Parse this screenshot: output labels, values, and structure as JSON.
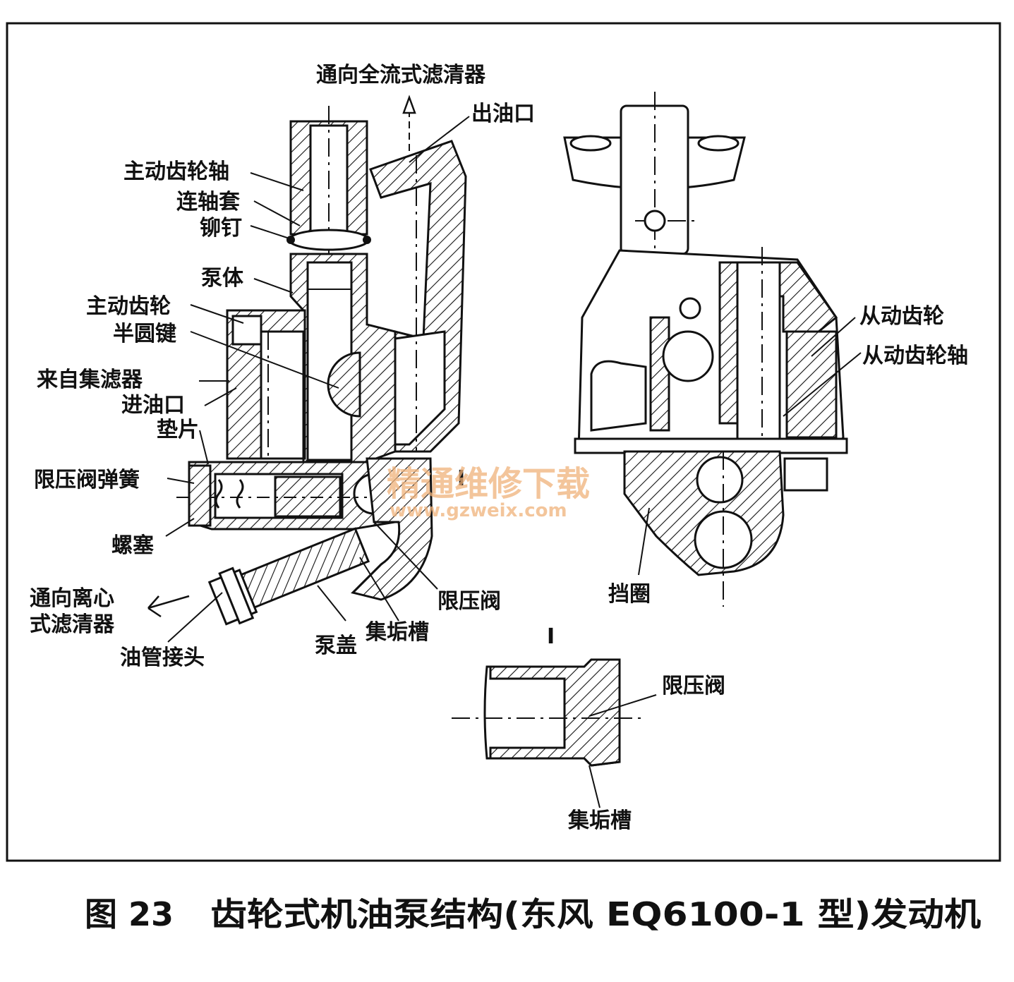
{
  "diagram": {
    "labels": {
      "to_full_flow_filter": "通向全流式滤清器",
      "outlet": "出油口",
      "drive_gear_shaft": "主动齿轮轴",
      "coupling_sleeve": "连轴套",
      "rivet": "铆钉",
      "pump_body": "泵体",
      "drive_gear": "主动齿轮",
      "woodruff_key": "半圆键",
      "from_strainer": "来自集滤器",
      "inlet": "进油口",
      "gasket": "垫片",
      "relief_spring": "限压阀弹簧",
      "plug": "螺塞",
      "to_centrifugal_1": "通向离心",
      "to_centrifugal_2": "式滤清器",
      "pipe_fitting": "油管接头",
      "pump_cover": "泵盖",
      "dirt_groove": "集垢槽",
      "relief_valve": "限压阀",
      "section_mark": "I",
      "driven_gear": "从动齿轮",
      "driven_gear_shaft": "从动齿轮轴",
      "retaining_ring": "挡圈",
      "detail_mark": "I",
      "detail_relief_valve": "限压阀",
      "detail_dirt_groove": "集垢槽"
    },
    "watermark": {
      "line1": "精通维修下载",
      "line2": "www.gzweix.com",
      "color": "#f0b27a"
    }
  },
  "caption": {
    "number": "图 23",
    "title": "齿轮式机油泵结构(东风 EQ6100-1 型)发动机"
  }
}
